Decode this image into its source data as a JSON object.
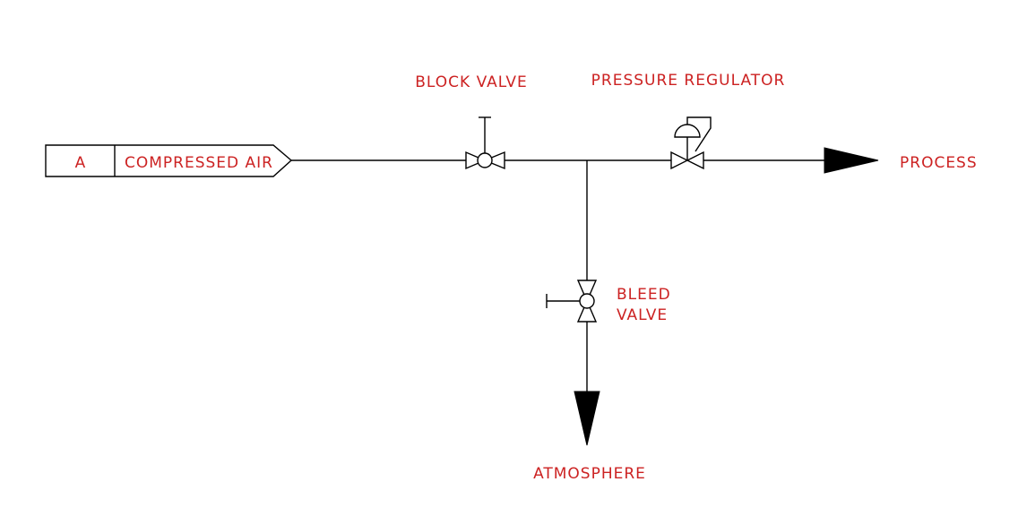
{
  "source_tag": {
    "id": "A",
    "label": "COMPRESSED AIR"
  },
  "block_valve": {
    "label": "BLOCK VALVE"
  },
  "pressure_regulator": {
    "label": "PRESSURE REGULATOR"
  },
  "bleed_valve": {
    "label_line1": "BLEED",
    "label_line2": "VALVE"
  },
  "outputs": {
    "process": "PROCESS",
    "atmosphere": "ATMOSPHERE"
  },
  "colors": {
    "label_text": "#cc2222",
    "lines": "#000000",
    "background": "#ffffff"
  }
}
